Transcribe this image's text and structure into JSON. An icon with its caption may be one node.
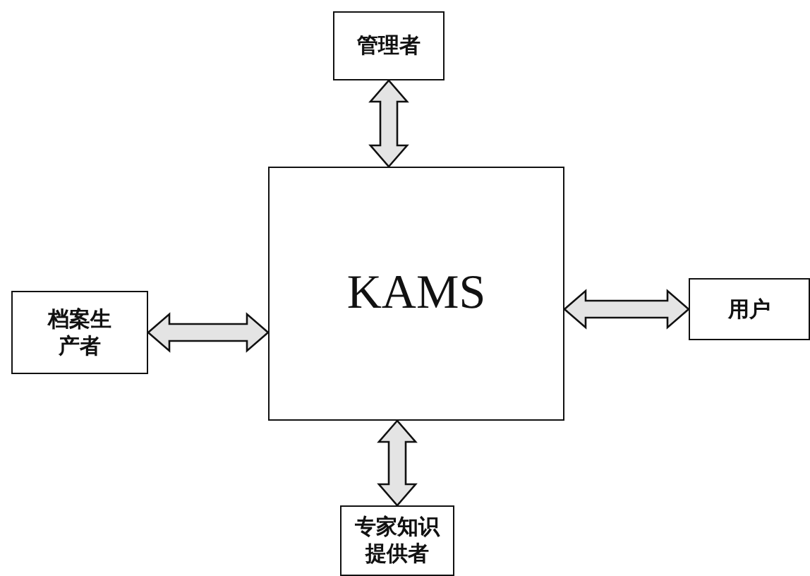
{
  "diagram": {
    "nodes": [
      {
        "text": [
          "管理者"
        ]
      },
      {
        "text": [
          "档案生产者"
        ]
      },
      {
        "text": [
          "KAMS"
        ]
      },
      {
        "text": [
          "用户"
        ]
      },
      {
        "text": [
          "专家知识提供者"
        ]
      }
    ],
    "edges": [
      {
        "from": 2,
        "to": 0,
        "arrow": "both"
      },
      {
        "from": 1,
        "to": 2,
        "arrow": "both"
      },
      {
        "from": 2,
        "to": 3,
        "arrow": "both"
      },
      {
        "from": 2,
        "to": 4,
        "arrow": "both"
      }
    ]
  }
}
